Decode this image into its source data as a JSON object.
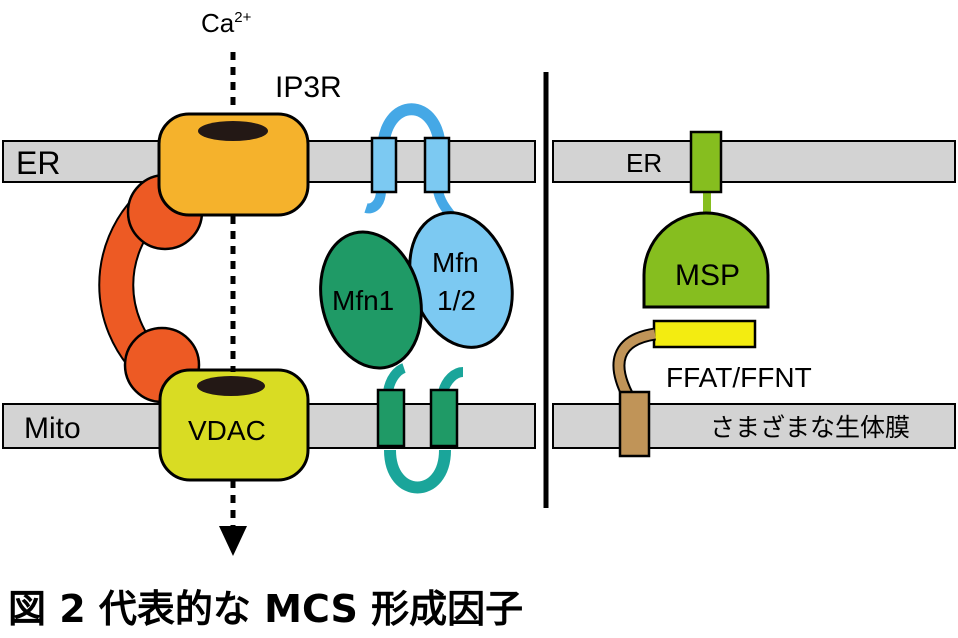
{
  "labels": {
    "ca_ion": "Ca",
    "ca_charge": "2+",
    "ip3r": "IP3R",
    "er_left": "ER",
    "mito_left": "Mito",
    "vdac": "VDAC",
    "mfn1": "Mfn1",
    "mfn12_line1": "Mfn",
    "mfn12_line2": "1/2",
    "er_right": "ER",
    "msp": "MSP",
    "ffat": "FFAT/FFNT",
    "membranes": "さまざまな生体膜"
  },
  "caption": "図 2 代表的な MCS 形成因子",
  "colors": {
    "membrane_fill": "#d3d3d3",
    "ip3r": "#f5b22c",
    "vdac": "#d9dc23",
    "tether_orange": "#ed5a24",
    "mfn12": "#7cc9f2",
    "mfn12_loop": "#45a8e6",
    "mfn1": "#1f9a66",
    "mfn1_loop": "#1aa59a",
    "msp": "#86be1f",
    "ffat": "#f3ec11",
    "anchor_brown": "#c09458",
    "divider": "#000000"
  }
}
